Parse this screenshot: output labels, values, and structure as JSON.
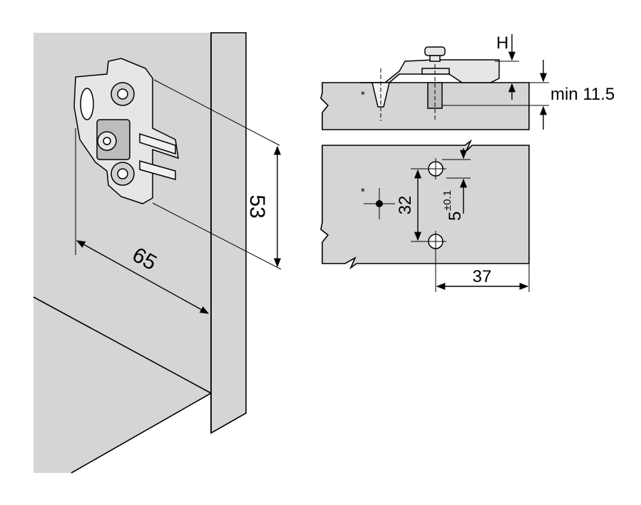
{
  "labels": {
    "width_65": "65",
    "height_53": "53",
    "clearance_h": "H",
    "thickness_min": "min 11.5",
    "hole_spacing": "32",
    "offset_value": "5",
    "offset_tolerance": "±0.1",
    "edge_distance": "37",
    "asterisk_side": "*",
    "asterisk_top": "*"
  },
  "colors": {
    "panel_fill": "#d5d5d5",
    "line": "#000000",
    "background": "#ffffff"
  }
}
